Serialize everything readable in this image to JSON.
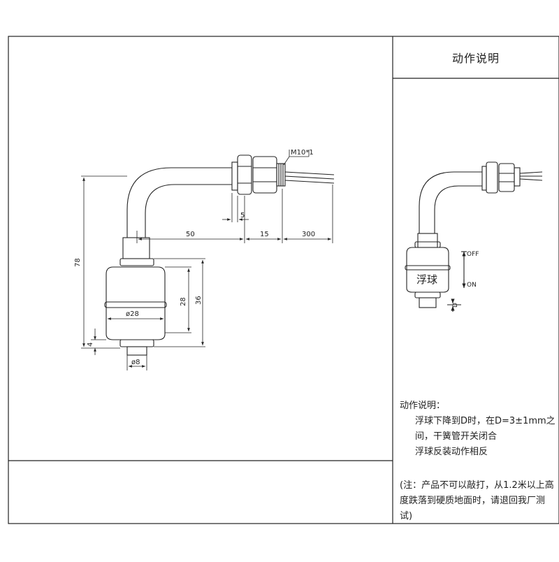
{
  "panel": {
    "title": "动作说明"
  },
  "dims": {
    "thread": "M10*1",
    "lead_gap": "5",
    "horizontal_arm": "50",
    "thread_len": "15",
    "wire_len": "300",
    "total_height": "78",
    "float_height": "28",
    "float_total": "36",
    "float_diameter": "ø28",
    "bottom_offset": "4",
    "stem_diameter": "ø8"
  },
  "action": {
    "float_label": "浮球",
    "off_label": "OFF",
    "on_label": "ON",
    "d_label": "D"
  },
  "notes": {
    "heading": "动作说明：",
    "line1": "浮球下降到D时，在D=3±1mm之间，干簧管开关闭合",
    "line2": "浮球反装动作相反",
    "caution": "(注：产品不可以敲打，从1.2米以上高度跌落到硬质地面时，请退回我厂测试)"
  }
}
